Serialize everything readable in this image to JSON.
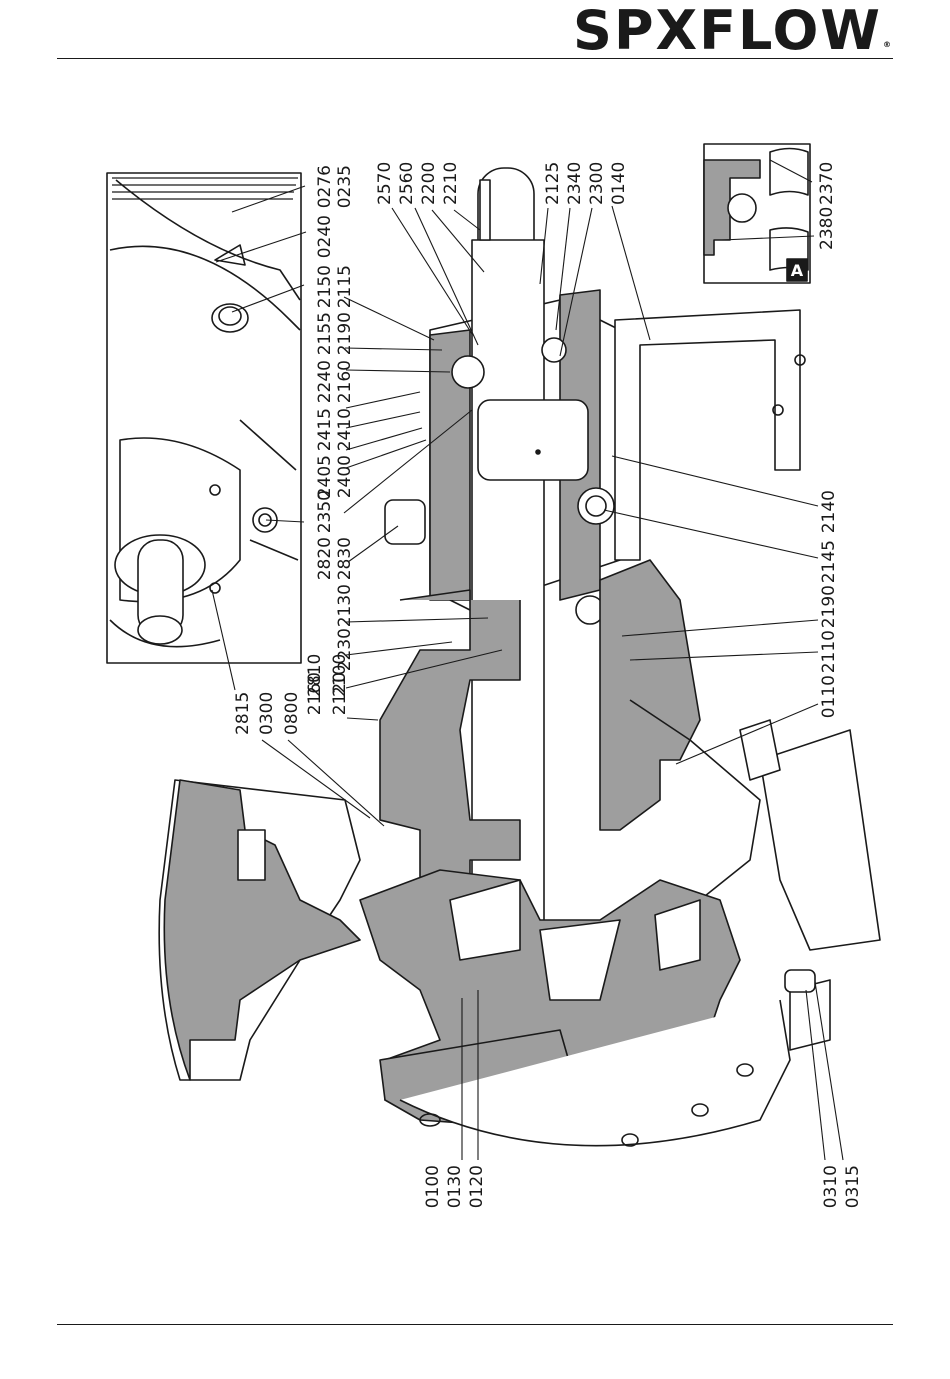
{
  "header": {
    "brand_main": "SPXFLOW",
    "brand_mark": "®"
  },
  "colors": {
    "section_fill": "#9e9e9e",
    "ink": "#1a1a1a",
    "paper": "#ffffff"
  },
  "inset_tag": "A",
  "labels": {
    "l0276": "0276",
    "l0235": "0235",
    "l0240": "0240",
    "l2150": "2150",
    "l2115": "2115",
    "l2155": "2155",
    "l2190a": "2190",
    "l2240": "2240",
    "l2160a": "2160",
    "l2415": "2415",
    "l2410": "2410",
    "l2405": "2405",
    "l2400": "2400",
    "l2350": "2350",
    "l2820": "2820",
    "l2830": "2830",
    "l2130": "2130",
    "l2230": "2230",
    "l2160b": "2160",
    "l2120": "2120",
    "l2810": "2810",
    "l2100": "2100",
    "l2815": "2815",
    "l0300": "0300",
    "l0800": "0800",
    "l2570": "2570",
    "l2560": "2560",
    "l2200": "2200",
    "l2210": "2210",
    "l2125": "2125",
    "l2340": "2340",
    "l2300": "2300",
    "l0140": "0140",
    "l2370": "2370",
    "l2380": "2380",
    "l2140": "2140",
    "l2145": "2145",
    "l2190b": "2190",
    "l2110": "2110",
    "l0110": "0110",
    "l0100": "0100",
    "l0130": "0130",
    "l0120": "0120",
    "l0310": "0310",
    "l0315": "0315"
  }
}
